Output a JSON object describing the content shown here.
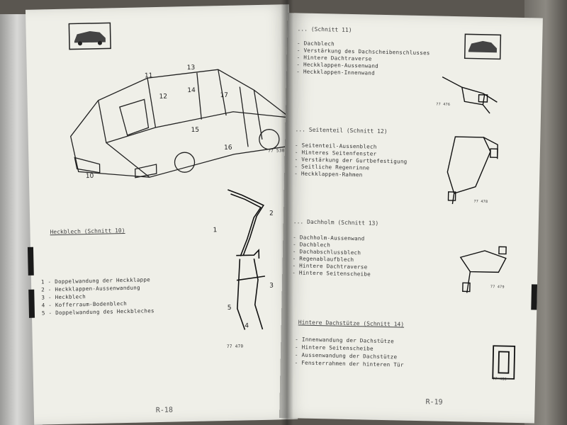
{
  "left_page": {
    "section_title": "Heckblech (Schnitt 10)",
    "items": [
      "1 - Doppelwandung der Heckklappe",
      "2 - Heckklappen-Aussenwandung",
      "3 - Heckblech",
      "4 - Kofferraum-Bodenblech",
      "5 - Doppelwandung des Heckbleches"
    ],
    "car_callouts": [
      "11",
      "13",
      "12",
      "14",
      "17",
      "15",
      "16",
      "10"
    ],
    "car_ref": "77 530",
    "section_ref": "77 470",
    "section_callouts": [
      "1",
      "2",
      "3",
      "4",
      "5"
    ],
    "page_number": "R-18"
  },
  "right_page": {
    "sections": [
      {
        "title": "... (Schnitt 11)",
        "items": [
          "- Dachblech",
          "- Verstärkung des Dachscheibenschlusses",
          "- Hintere Dachtraverse",
          "- Heckklappen-Aussenwand",
          "- Heckklappen-Innenwand"
        ],
        "ref": "77 476"
      },
      {
        "title": "... Seitenteil (Schnitt 12)",
        "items": [
          "- Seitenteil-Aussenblech",
          "- Hinteres Seitenfenster",
          "- Verstärkung der Gurtbefestigung",
          "- Seitliche Regenrinne",
          "- Heckklappen-Rahmen"
        ],
        "ref": "77 478"
      },
      {
        "title": "... Dachholm (Schnitt 13)",
        "items": [
          "- Dachholm-Aussenwand",
          "- Dachblech",
          "- Dachabschlussblech",
          "- Regenablaufblech",
          "- Hintere Dachtraverse",
          "- Hintere Seitenscheibe"
        ],
        "ref": "77 479"
      },
      {
        "title": "Hintere Dachstütze (Schnitt 14)",
        "items": [
          "- Innenwandung der Dachstütze",
          "- Hintere Seitenscheibe",
          "- Aussenwandung der Dachstütze",
          "- Fensterrahmen der hinteren Tür"
        ],
        "ref": "77 480"
      }
    ],
    "page_number": "R-19"
  },
  "colors": {
    "paper": "#efefe8",
    "ink": "#333333",
    "tab": "#1a1a1a"
  }
}
